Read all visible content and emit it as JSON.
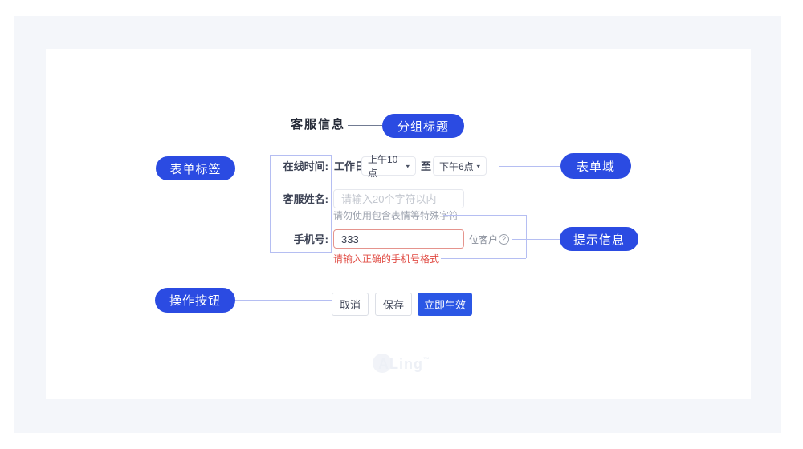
{
  "colors": {
    "pill_blue": "#2b4be2",
    "primary_button_blue": "#2b57e5",
    "connector_light": "#b5bef2",
    "error_red": "#e04a42",
    "panel_bg": "#f4f6fa"
  },
  "annotations": {
    "group_title": "分组标题",
    "form_label": "表单标签",
    "form_field": "表单域",
    "hint_info": "提示信息",
    "action_buttons": "操作按钮"
  },
  "form": {
    "section_title": "客服信息",
    "online_time": {
      "label": "在线时间:",
      "prefix": "工作日",
      "start_value": "上午10点",
      "separator": "至",
      "end_value": "下午6点"
    },
    "agent_name": {
      "label": "客服姓名:",
      "placeholder": "请输入20个字符以内",
      "hint": "请勿使用包含表情等特殊字符"
    },
    "phone": {
      "label": "手机号:",
      "value": "333",
      "suffix": "位客户",
      "error": "请输入正确的手机号格式"
    },
    "buttons": {
      "cancel": "取消",
      "save": "保存",
      "apply": "立即生效"
    }
  },
  "icons": {
    "chevron_down": "▾",
    "question": "?"
  },
  "watermark": {
    "text": "ALing",
    "tm": "™"
  }
}
